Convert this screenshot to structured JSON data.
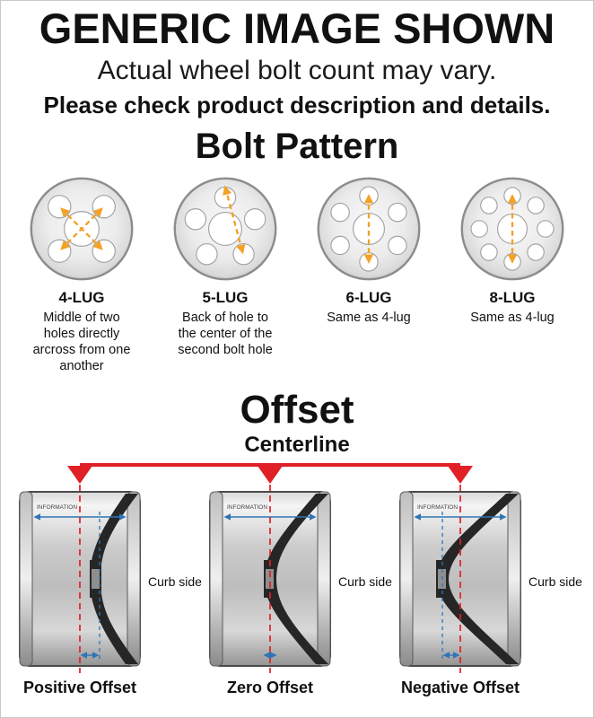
{
  "header": {
    "title": "GENERIC IMAGE SHOWN",
    "subtitle": "Actual wheel bolt count may vary.",
    "note": "Please check product description and details."
  },
  "bolt_pattern": {
    "title": "Bolt Pattern",
    "lugs": [
      {
        "label": "4-LUG",
        "holes": 4,
        "description": "Middle of two holes directly arcross from one another"
      },
      {
        "label": "5-LUG",
        "holes": 5,
        "description": "Back of hole to the center of the second bolt hole"
      },
      {
        "label": "6-LUG",
        "holes": 6,
        "description": "Same as 4-lug"
      },
      {
        "label": "8-LUG",
        "holes": 8,
        "description": "Same as 4-lug"
      }
    ]
  },
  "offset": {
    "title": "Offset",
    "centerline_label": "Centerline",
    "curb_side_label": "Curb side",
    "barrel_text": "INFORMATION",
    "types": [
      {
        "label": "Positive Offset"
      },
      {
        "label": "Zero Offset"
      },
      {
        "label": "Negative Offset"
      }
    ]
  },
  "colors": {
    "centerline_red": "#e01f26",
    "measure_orange": "#f4a127",
    "measure_blue": "#2e75b6",
    "wheel_gray": "#d9d9d9",
    "spoke_dark": "#262626"
  }
}
